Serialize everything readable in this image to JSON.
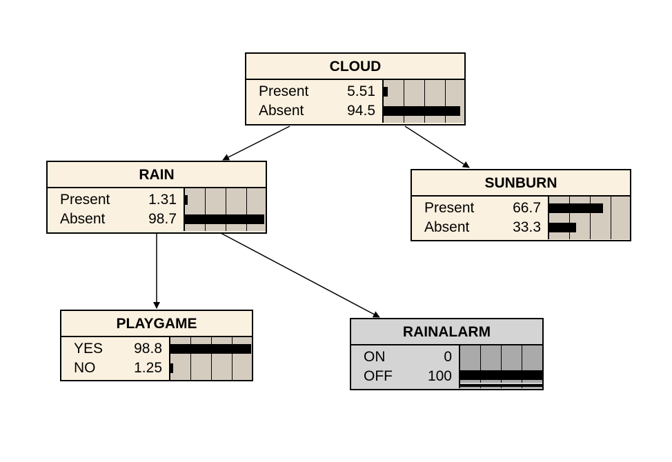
{
  "nodes": {
    "cloud": {
      "title": "CLOUD",
      "states": [
        {
          "label": "Present",
          "value": "5.51",
          "percent": 5.51
        },
        {
          "label": "Absent",
          "value": "94.5",
          "percent": 94.5
        }
      ]
    },
    "rain": {
      "title": "RAIN",
      "states": [
        {
          "label": "Present",
          "value": "1.31",
          "percent": 1.31
        },
        {
          "label": "Absent",
          "value": "98.7",
          "percent": 98.7
        }
      ]
    },
    "sunburn": {
      "title": "SUNBURN",
      "states": [
        {
          "label": "Present",
          "value": "66.7",
          "percent": 66.7
        },
        {
          "label": "Absent",
          "value": "33.3",
          "percent": 33.3
        }
      ]
    },
    "playgame": {
      "title": "PLAYGAME",
      "states": [
        {
          "label": "YES",
          "value": "98.8",
          "percent": 98.8
        },
        {
          "label": "NO",
          "value": "1.25",
          "percent": 1.25
        }
      ]
    },
    "rainalarm": {
      "title": "RAINALARM",
      "observed": true,
      "states": [
        {
          "label": "ON",
          "value": "0",
          "percent": 0
        },
        {
          "label": "OFF",
          "value": "100",
          "percent": 100
        }
      ]
    }
  },
  "edges": [
    {
      "from": "cloud",
      "to": "rain"
    },
    {
      "from": "cloud",
      "to": "sunburn"
    },
    {
      "from": "rain",
      "to": "playgame"
    },
    {
      "from": "rain",
      "to": "rainalarm"
    }
  ],
  "colors": {
    "node_fill": "#fbf1e0",
    "gauge_fill": "#d4ccbf",
    "observed_fill": "#d4d4d4",
    "observed_gauge": "#aaaaaa",
    "bar": "#000000"
  }
}
